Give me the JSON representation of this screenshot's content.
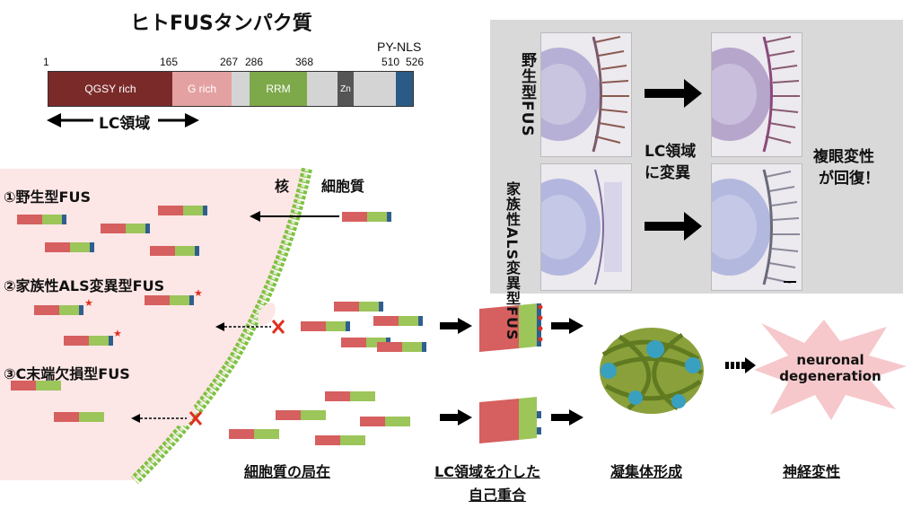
{
  "protein_title": "ヒトFUSタンパク質",
  "domain_numbers": [
    "1",
    "165",
    "267",
    "286",
    "368",
    "510",
    "526"
  ],
  "py_nls": "PY-NLS",
  "domains": {
    "qgsy": "QGSY rich",
    "grich": "G rich",
    "rrm": "RRM",
    "zn": "Zn"
  },
  "lc_region": "LC領域",
  "nucleus": "核",
  "cytoplasm": "細胞質",
  "variants": [
    "①野生型FUS",
    "②家族性ALS変異型FUS",
    "③C末端欠損型FUS"
  ],
  "panel": {
    "row1_label": "野生型FUS",
    "row2_label": "家族性ALS変異型FUS",
    "mid_text": "LC領域\nに変異",
    "right_text": "複眼変性\nが回復！"
  },
  "bottom_labels": {
    "localization": "細胞質の局在",
    "self_assembly_l1": "LC領域を介した",
    "self_assembly_l2": "自己重合",
    "aggregation": "凝集体形成",
    "neurodegeneration": "神経変性"
  },
  "burst_text": "neuronal\ndegeneration",
  "colors": {
    "red": "#d65f5f",
    "green": "#9cc55a",
    "blue": "#2f5f8f",
    "cell": "#fde6e6",
    "membrane": "#7fc141"
  }
}
